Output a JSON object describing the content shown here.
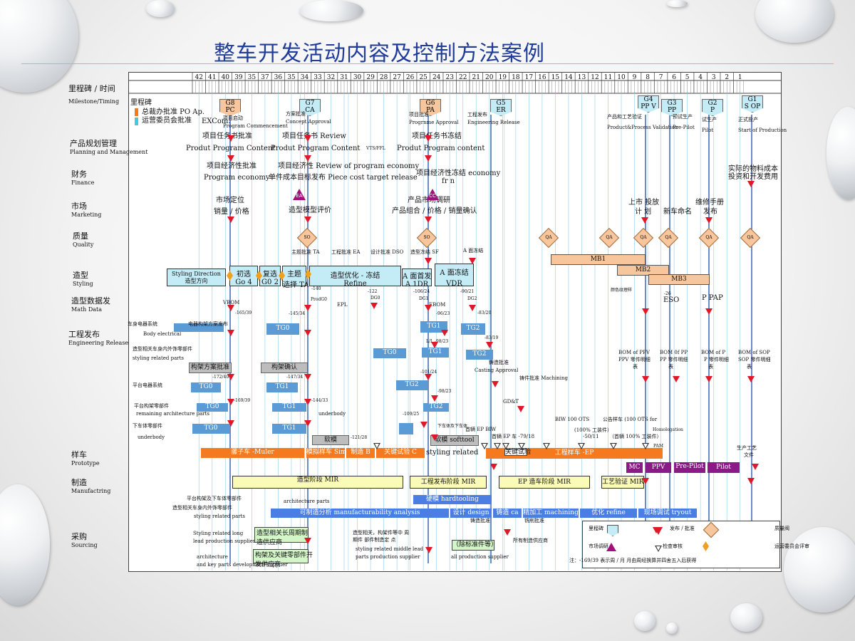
{
  "title": "整车开发活动内容及控制方法案例",
  "weeks": [
    "42",
    "41",
    "40",
    "39",
    "35",
    "37",
    "36",
    "35",
    "34",
    "33",
    "32",
    "31",
    "30",
    "29",
    "28",
    "27",
    "26",
    "25",
    "24",
    "23",
    "22",
    "21",
    "20",
    "19",
    "18",
    "17",
    "16",
    "15",
    "14",
    "13",
    "12",
    "11",
    "10",
    "9",
    "8",
    "7",
    "6",
    "5",
    "4",
    "3",
    "2",
    "1"
  ],
  "rows": {
    "milestone": {
      "zh": "里程碑 / 时间",
      "en": "Milestone/Timing"
    },
    "planning": {
      "zh": "产品规划管理",
      "en": "Planning  and  Management"
    },
    "finance": {
      "zh": "财务",
      "en": "Finance"
    },
    "marketing": {
      "zh": "市场",
      "en": "Marketing"
    },
    "quality": {
      "zh": "质量",
      "en": "Quality"
    },
    "styling": {
      "zh": "造型",
      "en": "Styling"
    },
    "math": {
      "zh": "造型数据发",
      "en": "Math   Data"
    },
    "engineering": {
      "zh": "工程发布",
      "en": "Engineering   Release"
    },
    "prototype": {
      "zh": "样车",
      "en": "Prototype"
    },
    "manufacturing": {
      "zh": "制造",
      "en": "Manufactring"
    },
    "sourcing": {
      "zh": "采购",
      "en": "Sourcing"
    }
  },
  "milestones": [
    {
      "code": "G8",
      "sub": "PC",
      "zh": "项目启动",
      "en": "Program  Commencement"
    },
    {
      "code": "G7",
      "sub": "CA",
      "zh": "方案批准",
      "en": "Concept  Approval"
    },
    {
      "code": "G6",
      "sub": "PA",
      "zh": "项目批准",
      "en": "Progrnme  Approval"
    },
    {
      "code": "G5",
      "sub": "ER",
      "zh": "工程发布",
      "en": "Engineering  Release"
    },
    {
      "code": "G4",
      "sub": "PP V",
      "zh": "产品和工艺验证",
      "en": "Product&Process  Validation"
    },
    {
      "code": "G3",
      "sub": "PP",
      "zh": "预试生产",
      "en": "Pre-Pilot"
    },
    {
      "code": "G2",
      "sub": "P",
      "zh": "试生产",
      "en": "Pilot"
    },
    {
      "code": "G1",
      "sub": "S OP",
      "zh": "正式投产",
      "en": "Start  of  Production"
    }
  ],
  "legend_approval": {
    "label": "里程碑",
    "line1": "总裁办批准   PO   Ap.",
    "line2": "运营委员会批准",
    "excom": "EXCom."
  },
  "planning": {
    "a": "项目任务书批准",
    "b": "Produt  Program   Content",
    "c": "项目任务书 Review",
    "d": "Produt  Program   Content",
    "d2": "VTS/FFL",
    "e": "项目任务书冻结",
    "f": "Produt   Program   content"
  },
  "finance": {
    "a": "项目经济性批准",
    "b": "Program   economy",
    "c": "项目经济性 Review    of   program   economy",
    "d": "单件成本目标发布 Piece    cost   target   release",
    "e": "项目经济性冻结 economy",
    "e2": "fr          n",
    "f": "实际的物料成本",
    "g": "投资和开发费用"
  },
  "marketing": {
    "a": "市场定位",
    "b": "销量 / 价格",
    "c": "造型模型评价",
    "d": "产品市场调研",
    "e": "产品组合 / 价格 / 销量确认",
    "f": "上市 投放",
    "g": "计 划",
    "h": "新车命名",
    "i": "维修手册",
    "j": "发布",
    "ea": "EA",
    "cc": "CC"
  },
  "quality": {
    "so": "SO",
    "qa": "QA",
    "mb1": "MB1",
    "mb2": "MB2",
    "mb3": "MB3"
  },
  "styling": {
    "dir1": "Styling  Direction",
    "dir2": "造型方向",
    "go4a": "初选",
    "go4b": "Go  4",
    "g02a": "复选",
    "g02b": "G0  2",
    "ta1": "主题",
    "ta2": "选择 TA",
    "refine1": "造型优化 - 冻结",
    "refine2": "Refine",
    "a1": "A 面首发",
    "a2": "A  1DR",
    "vdr1": "A 面冻结",
    "vdr2": "VDR",
    "m1": "主题批准 TA",
    "m2": "工程批准 EA",
    "m3": "设计批准 DSO",
    "m4": "造型冻结 SF",
    "m5": "A 面冻结",
    "color": "颜色纹理样"
  },
  "math": {
    "vbom": "VBOM",
    "v1": "-165/39",
    "v2": "-140",
    "prodg0": "ProdG0",
    "epl": "EPL",
    "v3": "-122",
    "dg0": "DG0",
    "v4": "-106/24",
    "dg1": "DG1",
    "ebom": "EBOM",
    "v5": "-90/21",
    "dg2": "DG2",
    "v6": "-26",
    "eso": "ESO",
    "ppap": "P PAP"
  },
  "engineering": {
    "body_elec": "车身电器系统",
    "body_elec_en": "Body    electrical",
    "arch": "电器构架方案发布",
    "tg0": "TG0",
    "tg1": "TG1",
    "tg2": "TG2",
    "v1": "-145/34",
    "v2": "-96/23",
    "v3": "-83/20",
    "v4": "-83/19",
    "ll": "L/L   -98/23",
    "sr_parts": "造型相关车身内外饰零部件",
    "sr_parts_en": "styling    related    parts",
    "arch_approve": "构架方案批准",
    "arch_confirm": "构架确认",
    "v5": "-172/40",
    "v6": "-147/34",
    "v7": "-101/24",
    "casting": "铸造批准",
    "casting_en": "Casting   Approval",
    "machining": "铸件批准 Machining",
    "plat_elec": "平台电器系统",
    "v8": "-169/39",
    "v9": "-98/23",
    "gdt": "GD&T",
    "v10": "-144/33",
    "plat_arch": "平台构架零部件",
    "plat_arch_en": "remaining   architecture   parts",
    "underbody": "underbody",
    "v11": "-109/25",
    "lower": "下车体零部件",
    "lower_en": "underbody",
    "soft": "软模",
    "v12": "-121/28",
    "softtool": "软模 softtool",
    "lowerbody": "下车体及下车体",
    "epbiw": "首辆 EP   BIW",
    "ep_car": "首辆 EP 车 -79/18",
    "biw": "BIW   100   OTS",
    "public": "公告样车 (100   OTS   for",
    "biw2": "(100% 工装件）",
    "v13": "-50/11",
    "biw3": "（首辆 100% 工装件）",
    "homol": "Homologation",
    "bom_ppv": "BOM  of  PPV",
    "bom_ppv2": "PPV 零件明细",
    "bom_ppv3": "表",
    "bom_pp": "BOM  0f  PP",
    "bom_pp2": "PP 零件明细",
    "bom_pp3": "表",
    "bom_p": "BOM  of  P",
    "bom_p2": "P 零件明细",
    "bom_p3": "表",
    "bom_sop": "BOM  of  SOP",
    "bom_sop2": "SOP 零件明细",
    "bom_sop3": "表",
    "pam": "PAM",
    "tech": "生产工艺",
    "tech2": "文件"
  },
  "prototype": {
    "muler": "骡子车 -Muler",
    "sim": "模拟样车 Sim",
    "b": "制造 B",
    "c": "关键试验 C",
    "styling_rel": "styling   related",
    "keytest": "关键试验",
    "ep": "工程样车 -EP",
    "mc": "MC",
    "ppv": "PPV",
    "prepilot": "Pre-Pilot",
    "pilot": "Pilot"
  },
  "manufacturing": {
    "mir1": "造型阶段 MIR",
    "mir2": "工程发布阶段 MIR",
    "mir3": "EP 造车阶段 MIR",
    "mir4": "工艺验证 MIR",
    "plat": "平台构架及下车体零部件",
    "styling_parts": "造型相关车身内外饰零部件",
    "styling_parts_en": "styling    related    parts",
    "arch_parts": "architecture   parts",
    "hard": "硬模 hardtooling",
    "manu": "可制造分析 manufacturability  analysis",
    "design": "设计 design",
    "casting": "铸造 ca",
    "machining": "精加工 machining",
    "refine": "优化 refine",
    "tryout": "现场调试 tryout",
    "casting_ok": "铸造批准",
    "mach_ok": "铣削批准"
  },
  "sourcing": {
    "s1": "Styling   related   long",
    "s2": "lead   production   supplier",
    "s3": "architecture",
    "s4": "and   key   parts   development   supplier",
    "g1": "造型相关长周期制",
    "g1b": "造供应商",
    "g2": "构架及关键零部件开",
    "g2b": "发供应商",
    "m1": "造型相关，构架件等中 周",
    "m2": "期件 部件制造定 点",
    "m3": "styling   related   middle   lead",
    "m4": "parts  production   supplier",
    "r1": "（除标准件等）",
    "r2": "所有制造供应商",
    "r3": "all   production   supplier"
  },
  "legend": {
    "milestone": "里程碑",
    "release": "发布 / 批准",
    "quality_gate": "质量阀",
    "market": "市场调研",
    "inspect": "检查审核",
    "ops": "运营委员会评审",
    "note": "注：-169/39 表示周 / 月    月由周经换算并四舍五入后获得"
  },
  "colors": {
    "title": "#1f3d99",
    "orange": "#f57a1f",
    "blue": "#5b9bd5",
    "purple": "#8a1b86",
    "red": "#e0192a"
  }
}
